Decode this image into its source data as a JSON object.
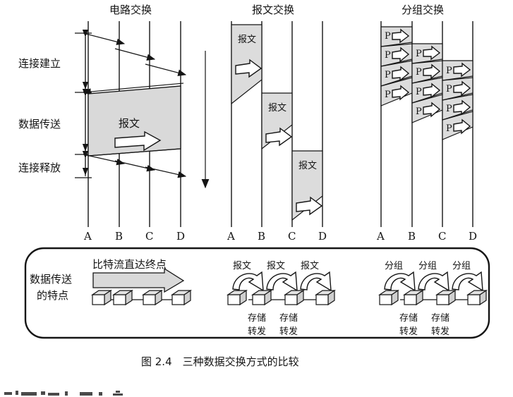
{
  "figure": {
    "caption": "图 2.4　三种数据交换方式的比较",
    "sections": [
      {
        "id": "circuit",
        "title": "电路交换",
        "nodes": [
          "A",
          "B",
          "C",
          "D"
        ],
        "phase_labels": [
          "连接建立",
          "数据传送",
          "连接释放"
        ],
        "block_label": "报文"
      },
      {
        "id": "message",
        "title": "报文交换",
        "nodes": [
          "A",
          "B",
          "C",
          "D"
        ],
        "blocks": [
          "报文",
          "报文",
          "报文"
        ]
      },
      {
        "id": "packet",
        "title": "分组交换",
        "nodes": [
          "A",
          "B",
          "C",
          "D"
        ],
        "packet_label": "P"
      }
    ],
    "summary_panel": {
      "row_label_line1": "数据传送",
      "row_label_line2": "的特点",
      "circuit": {
        "headline": "比特流直达终点",
        "store_forward": []
      },
      "message": {
        "hop_labels": [
          "报文",
          "报文",
          "报文"
        ],
        "store_forward": [
          "存储",
          "转发",
          "存储",
          "转发"
        ]
      },
      "packet": {
        "hop_labels": [
          "分组",
          "分组",
          "分组"
        ],
        "store_forward": [
          "存储",
          "转发",
          "存储",
          "转发"
        ]
      }
    }
  },
  "colors": {
    "ink": "#151515",
    "shade": "#d9d9d9",
    "paper": "#ffffff"
  }
}
